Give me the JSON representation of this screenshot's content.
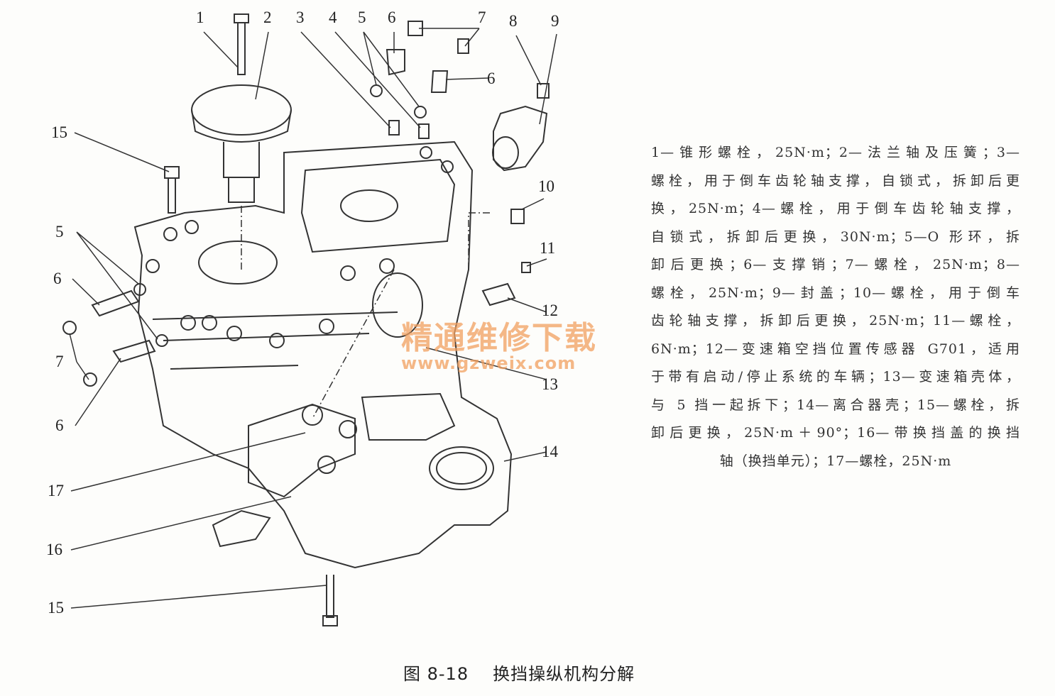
{
  "diagram": {
    "callouts": [
      "1",
      "2",
      "3",
      "4",
      "5",
      "6",
      "7",
      "8",
      "9",
      "6",
      "15",
      "10",
      "11",
      "12",
      "5",
      "6",
      "7",
      "6",
      "13",
      "14",
      "17",
      "16",
      "15"
    ]
  },
  "legend": {
    "lines": [
      "1—锥形螺栓，25N·m；2—法兰轴及压簧；3—",
      "螺栓，用于倒车齿轮轴支撑，自锁式，拆卸后更",
      "换，25N·m；4—螺栓，用于倒车齿轮轴支撑，",
      "自锁式，拆卸后更换，30N·m；5—O 形环，拆",
      "卸后更换；6—支撑销；7—螺栓，25N·m；8—",
      "螺栓，25N·m；9—封盖；10—螺栓，用于倒车",
      "齿轮轴支撑，拆卸后更换，25N·m；11—螺栓，",
      "6N·m；12—变速箱空挡位置传感器 G701，适用",
      "于带有启动/停止系统的车辆；13—变速箱壳体，",
      "与 5 挡一起拆下；14—离合器壳；15—螺栓，拆",
      "卸后更换，25N·m＋90°；16—带换挡盖的换挡",
      "轴（换挡单元）；17—螺栓，25N·m"
    ]
  },
  "watermark": {
    "text": "精通维修下载",
    "url": "www.gzweix.com",
    "color": "#f2a060"
  },
  "caption": {
    "figure": "图 8-18",
    "title": "换挡操纵机构分解"
  }
}
